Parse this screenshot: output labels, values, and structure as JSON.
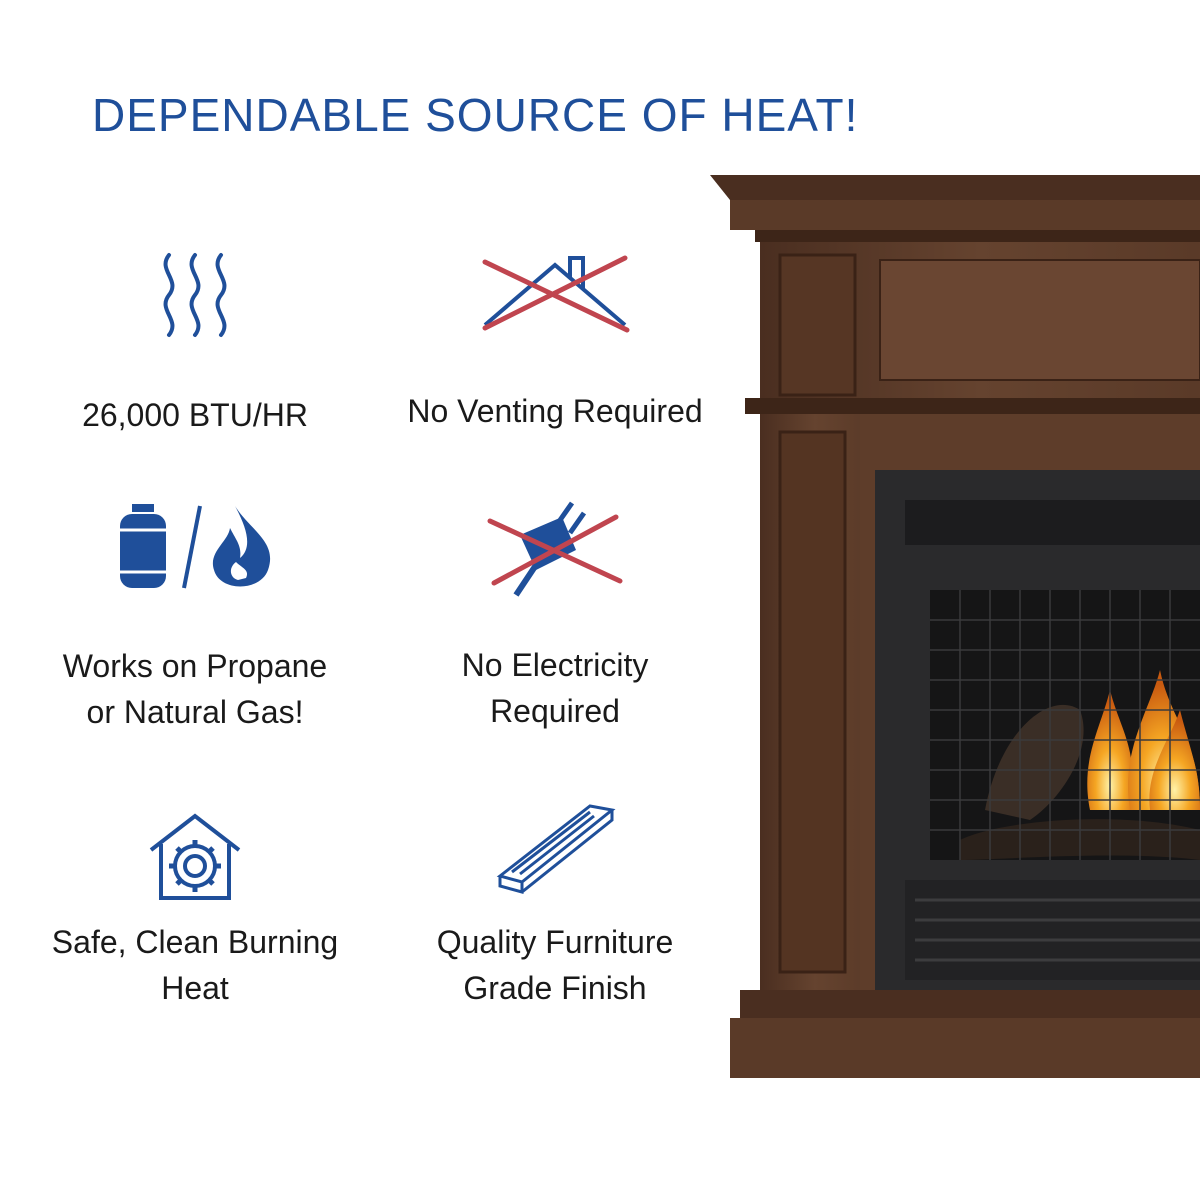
{
  "headline": "DEPENDABLE SOURCE OF HEAT!",
  "colors": {
    "brand_blue": "#1f4f9a",
    "cross_red": "#c0454f",
    "wood_brown": "#5a3a28"
  },
  "features": [
    {
      "label": "26,000 BTU/HR",
      "icon": "heat-waves-icon"
    },
    {
      "label": "No Venting Required",
      "icon": "no-vent-house-icon"
    },
    {
      "label_line1": "Works on Propane",
      "label_line2": "or Natural Gas!",
      "icon": "propane-tank-and-flame-icon"
    },
    {
      "label_line1": "No Electricity",
      "label_line2": "Required",
      "icon": "no-plug-icon"
    },
    {
      "label_line1": "Safe, Clean Burning",
      "label_line2": "Heat",
      "icon": "house-gear-icon"
    },
    {
      "label_line1": "Quality Furniture",
      "label_line2": "Grade Finish",
      "icon": "wood-plank-icon"
    }
  ]
}
